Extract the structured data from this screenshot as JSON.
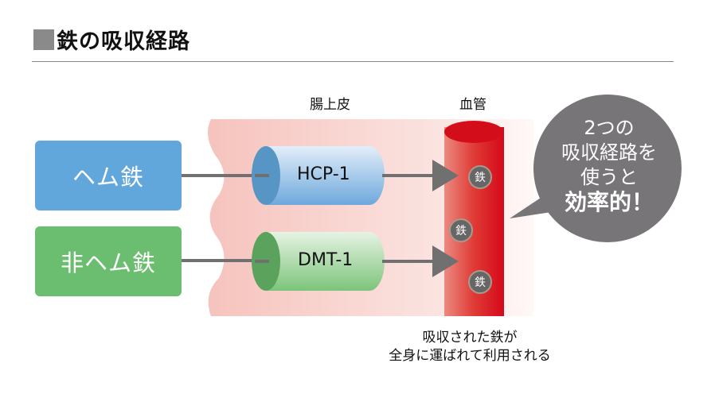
{
  "title": "鉄の吸収経路",
  "labels": {
    "epithelium": "腸上皮",
    "vessel": "血管"
  },
  "sources": [
    {
      "label": "ヘム鉄",
      "color": "#62a7dc"
    },
    {
      "label": "非ヘム鉄",
      "color": "#6bbd6f"
    }
  ],
  "transporters": [
    {
      "name": "HCP-1",
      "cap_color": "#5796c4"
    },
    {
      "name": "DMT-1",
      "cap_color": "#5ba35d"
    }
  ],
  "iron_particles": [
    "鉄",
    "鉄",
    "鉄"
  ],
  "bubble": {
    "line1": "2つの",
    "line2": "吸収経路を",
    "line3": "使うと",
    "line4": "効率的！"
  },
  "note": {
    "line1": "吸収された鉄が",
    "line2": "全身に運ばれて利用される"
  },
  "colors": {
    "vessel": "#d7101c",
    "epithelium": "#f6c9c4",
    "arrow": "#707070",
    "bubble": "#787578"
  }
}
